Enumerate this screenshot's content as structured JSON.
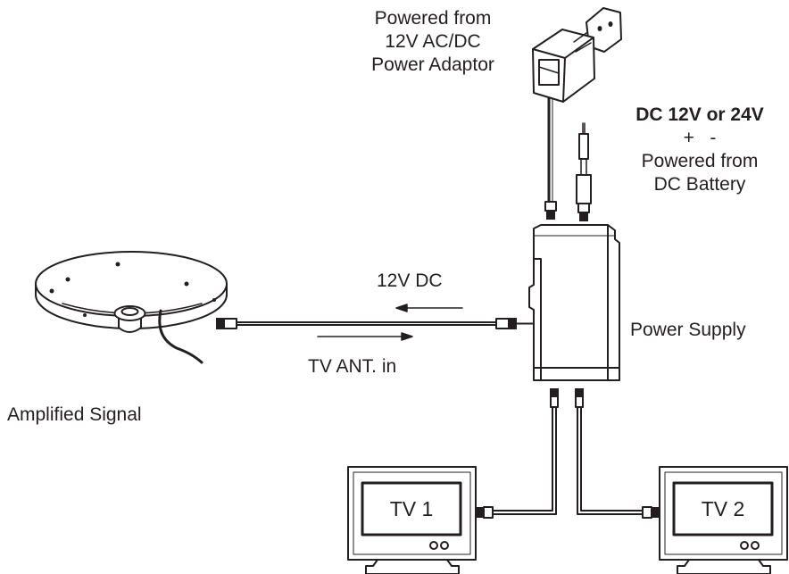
{
  "labels": {
    "adaptor": {
      "line1": "Powered from",
      "line2": "12V AC/DC",
      "line3": "Power Adaptor"
    },
    "battery": {
      "voltage": "DC 12V or 24V",
      "polarity": "+   -",
      "line1": "Powered from",
      "line2": "DC Battery"
    },
    "dc_direction": "12V DC",
    "tv_in": "TV ANT. in",
    "power_supply": "Power Supply",
    "antenna": "Amplified Signal",
    "tv1": "TV 1",
    "tv2": "TV 2"
  }
}
